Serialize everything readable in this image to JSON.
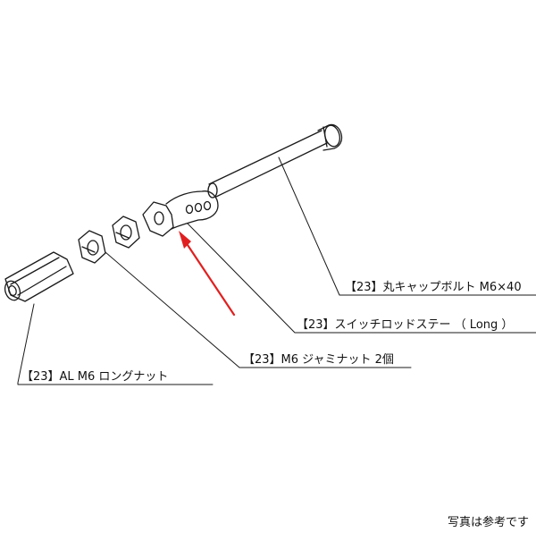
{
  "labels": {
    "bolt": "【23】丸キャップボルト M6×40",
    "stay": "【23】スイッチロッドステー （ Long ）",
    "jam_nut": "【23】M6 ジャミナット 2個",
    "long_nut": "【23】AL M6 ロングナット"
  },
  "caption": "写真は参考です",
  "colors": {
    "line": "#1a1a1a",
    "arrow": "#e02020",
    "background": "#ffffff"
  }
}
